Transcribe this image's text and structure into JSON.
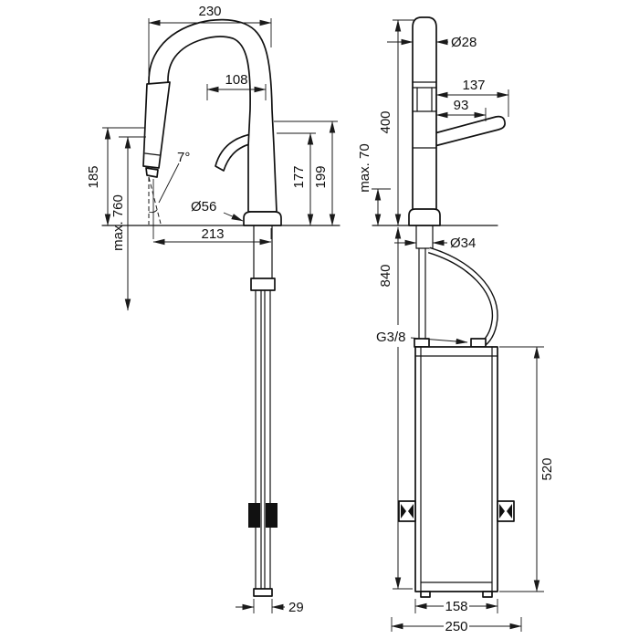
{
  "page": {
    "background": "#ffffff",
    "line_color": "#111111"
  },
  "side_view": {
    "dim_spout_reach": "230",
    "dim_spray_offset": "108",
    "dim_spray_height": "185",
    "dim_hose_pullout": "max. 760",
    "dim_spray_angle": "7°",
    "dim_base_diameter": "Ø56",
    "dim_handle_height": "177",
    "dim_outlet_height": "199",
    "dim_reach_lower": "213",
    "dim_hose_width": "29"
  },
  "front_view": {
    "dim_spout_diameter": "Ø28",
    "dim_handle_length": "137",
    "dim_handle_span": "93",
    "dim_height_above_deck": "400",
    "dim_deck_thickness": "max. 70",
    "dim_shank_diameter": "Ø34",
    "dim_hose_length": "840",
    "dim_connection_thread": "G3/8",
    "dim_box_height": "520",
    "dim_box_width": "158",
    "dim_box_depth": "250"
  }
}
